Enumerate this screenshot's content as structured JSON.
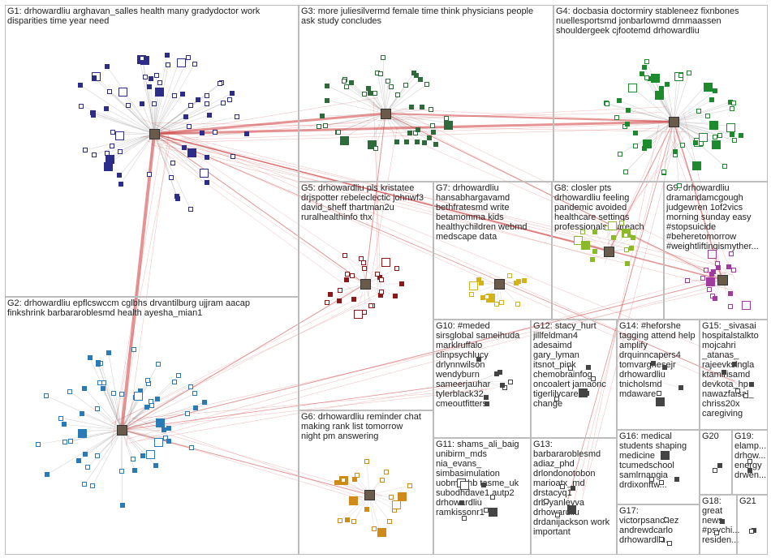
{
  "colors": {
    "edge_strong": "#d03a3a",
    "edge_weak": "#b0b0b0",
    "border": "#bdbdbd"
  },
  "groups": [
    {
      "id": "G1",
      "text": "G1: drhowardliu arghavan_salles health many gradydoctor work\ndisparities time year need",
      "node_color": "#2c2c8a"
    },
    {
      "id": "G2",
      "text": "G2: drhowardliu epflcswccm cglbhs drvantilburg ujjram aacap\nfinkshrink barbararoblesmd health ayesha_mian1",
      "node_color": "#2a7ab8"
    },
    {
      "id": "G3",
      "text": "G3: more juliesilvermd female time think physicians people\nask study concludes",
      "node_color": "#2e6b3a"
    },
    {
      "id": "G4",
      "text": "G4: docbasia doctormiry stableneez fixnbones\nnuellesportsmd jonbarlowmd drnmaassen\nshouldergeek cjfootemd drhowardliu",
      "node_color": "#1e8a2e"
    },
    {
      "id": "G5",
      "text": "G5: drhowardliu pls kristatee\ndrjspotter rebeleclectic johnwf3\ndavid_sheff thartman2u\nruralhealthinfo thx",
      "node_color": "#8a1a1a"
    },
    {
      "id": "G6",
      "text": "G6: drhowardliu reminder chat\nmaking rank list tomorrow\nnight pm answering",
      "node_color": "#d08a1a"
    },
    {
      "id": "G7",
      "text": "G7: drhowardliu\nhansabhargavamd\nbethfratesmd write\nbetamomma kids\nhealthychildren webmd\nmedscape data",
      "node_color": "#d4b21a"
    },
    {
      "id": "G8",
      "text": "G8: closler pts\ndrhowardliu feeling\npandemic avoided\nhealthcare settings\nprofessionals outreach",
      "node_color": "#8aba2a"
    },
    {
      "id": "G9",
      "text": "G9: drhowardliu\ndramandamcgough\njudgewren 1of2vics\nmorning sunday easy\n#stopsuicide\n#beheretomorrow\n#weightliftingismyther...",
      "node_color": "#a03aa0"
    },
    {
      "id": "G10",
      "text": "G10: #meded\nsirsglobal sameihuda\nmarklruffalo\nclinpsychlucy\ndrlynnwilson\nwendyburn\nsameerjauhar\ntylerblack32\ncmeoutfitters",
      "node_color": "#444"
    },
    {
      "id": "G11",
      "text": "G11: shams_ali_baig\nunibirm_mds\nnia_evans_\nsimbasimulation\nuobmbchb tasme_uk\nsubodhdave1 autp2\ndrhowardliu\nramkissonr1",
      "node_color": "#444"
    },
    {
      "id": "G12",
      "text": "G12: stacy_hurt\njillfeldman4\nadesaimd\ngary_lyman\nitsnot_pink\nchemobrainfog\noncoalert jamaonc\ntigerlilycares\nchange",
      "node_color": "#444"
    },
    {
      "id": "G13",
      "text": "G13:\nbarbararoblesmd\nadiaz_phd\ndrlondonotobon\nmarioatx_md\ndrstacyq1\ndrbryanleyva\ndrhowardliu\ndrdanijackson work\nimportant",
      "node_color": "#444"
    },
    {
      "id": "G14",
      "text": "G14: #heforshe\ntagging attend help\namplify\ndrquinncapers4\ntomvarghesejr\ndrhowardliu\ntnicholsmd\nmdaware",
      "node_color": "#444"
    },
    {
      "id": "G15",
      "text": "G15: _sivasai\nhospitalstalkto\nmojcahri\n_atanas_\nrajeevksingla\nktamirisamd\ndevkota_hp\nnawazfaisal_\nchriss20x\ncaregiving",
      "node_color": "#444"
    },
    {
      "id": "G16",
      "text": "G16: medical\nstudents shaping\nmedicine\ntcumedschool\nsamlrnangia\ndrdixonftw...",
      "node_color": "#444"
    },
    {
      "id": "G17",
      "text": "G17:\nvictorpsanchez\nandrewdcarlo\ndrhowardliu...",
      "node_color": "#444"
    },
    {
      "id": "G18",
      "text": "G18:\ngreat\nnews\n#psychi...\nresiden...",
      "node_color": "#444"
    },
    {
      "id": "G19",
      "text": "G19:\nelamp...\ndrhow...\nenergy\ndrwen...",
      "node_color": "#444"
    },
    {
      "id": "G20",
      "text": "G20",
      "node_color": "#444"
    },
    {
      "id": "G21",
      "text": "G21",
      "node_color": "#444"
    }
  ]
}
